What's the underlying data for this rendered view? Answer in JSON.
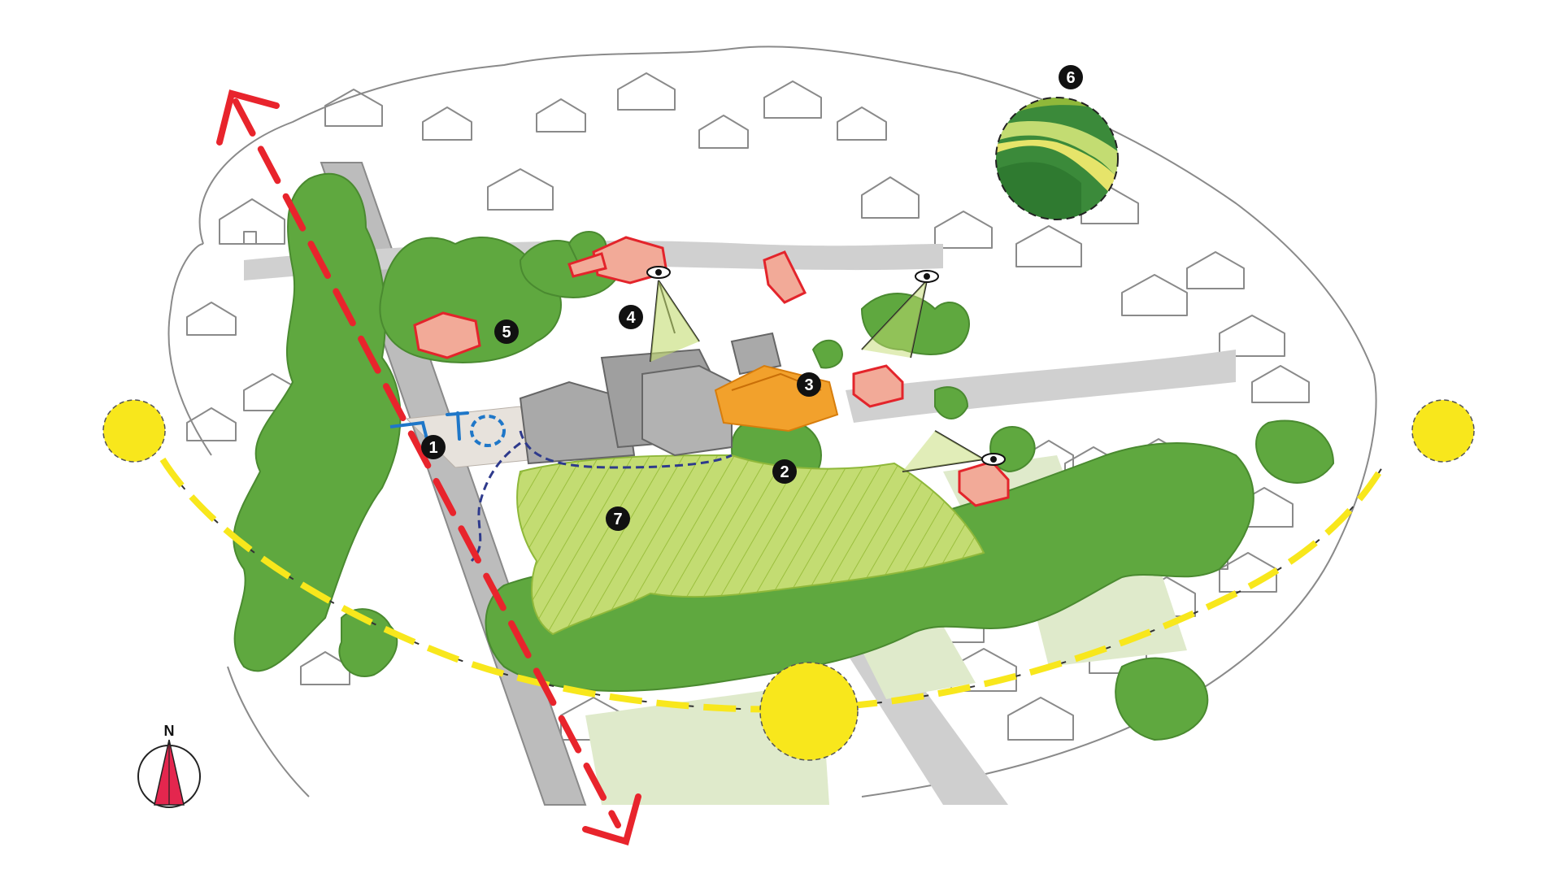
{
  "diagram": {
    "markers": [
      {
        "label": "1"
      },
      {
        "label": "2"
      },
      {
        "label": "3"
      },
      {
        "label": "4"
      },
      {
        "label": "5"
      },
      {
        "label": "6"
      },
      {
        "label": "7"
      }
    ],
    "compass": {
      "label": "N"
    },
    "colors": {
      "tree_green": "#5fa83f",
      "lawn_green": "#c3dc72",
      "light_green": "#dfeacb",
      "road_grey": "#c8c8c8",
      "building_grey": "#a9a9a9",
      "building_orange": "#f2a12c",
      "neighbor_pink": "#f2aa98",
      "neighbor_outline": "#e3242b",
      "sun_yellow": "#f8e71c",
      "arrow_red": "#e8242c",
      "path_blue": "#1f77c8",
      "boundary_navy": "#2e3a8c",
      "marker_black": "#111111",
      "sketch_line": "#8a8a8a"
    },
    "icons": [
      "eye-icon",
      "sun-icon",
      "compass-icon",
      "north-arrow-icon"
    ]
  }
}
